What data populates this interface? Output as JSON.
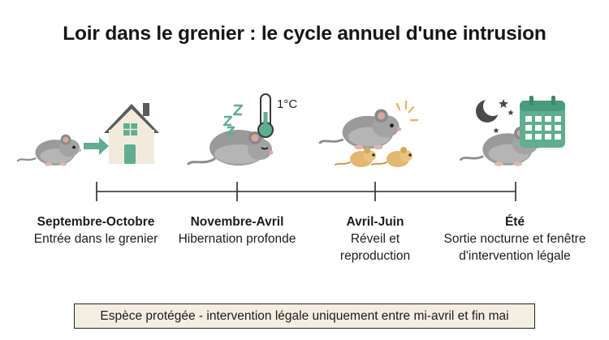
{
  "title": "Loir dans le grenier : le cycle annuel d'une intrusion",
  "temperature_label": "1°C",
  "stages": [
    {
      "period": "Septembre-Octobre",
      "description": "Entrée dans le grenier",
      "icon": "mouse-entering-house-icon"
    },
    {
      "period": "Novembre-Avril",
      "description": "Hibernation profonde",
      "icon": "sleeping-mouse-thermometer-icon"
    },
    {
      "period": "Avril-Juin",
      "description": "Réveil et reproduction",
      "icon": "mouse-with-young-icon"
    },
    {
      "period": "Été",
      "description": "Sortie nocturne et fenêtre d'intervention légale",
      "icon": "night-mouse-calendar-icon"
    }
  ],
  "note": "Espèce protégée - intervention légale uniquement entre mi-avril et fin mai",
  "colors": {
    "mouse_body": "#9a9a9a",
    "mouse_young": "#e2b870",
    "accent_green": "#5fae8f",
    "house_wall": "#f2ebdd",
    "roof": "#5a5a5a",
    "note_bg": "#f3eee2",
    "timeline": "#2a2a2a"
  }
}
